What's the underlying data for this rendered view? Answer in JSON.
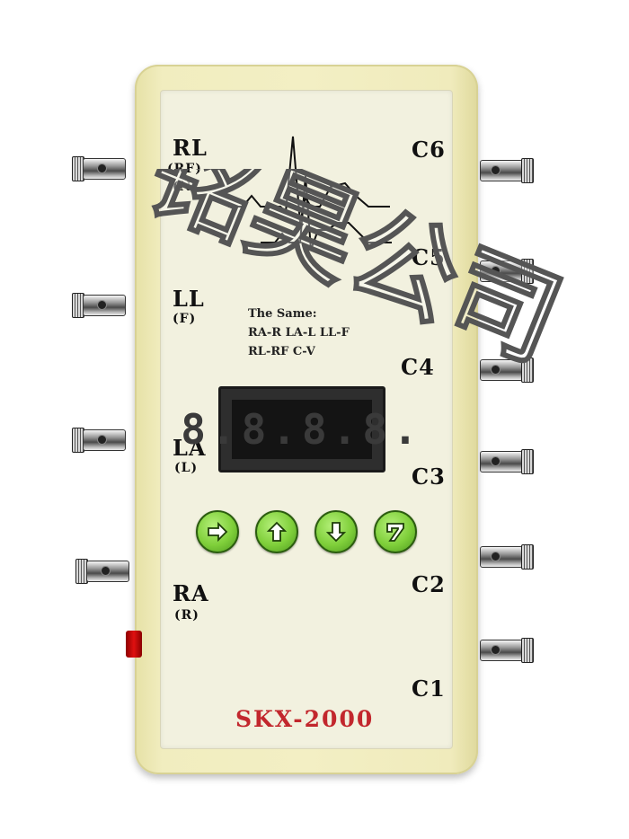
{
  "device": {
    "model": "SKX-2000",
    "display_value": "8.8.8.8.",
    "left_terminals": [
      {
        "main": "RL",
        "sub1": "(RF)",
        "sub2": "(N)"
      },
      {
        "main": "LL",
        "sub1": "(F)"
      },
      {
        "main": "LA",
        "sub1": "(L)"
      },
      {
        "main": "RA",
        "sub1": "(R)"
      }
    ],
    "right_terminals": [
      "C6",
      "C5",
      "C4",
      "C3",
      "C2",
      "C1"
    ],
    "note_lines": [
      "The Same:",
      "RA-R LA-L LL-F",
      "RL-RF C-V"
    ],
    "keys": [
      {
        "name": "right-arrow-icon"
      },
      {
        "name": "up-arrow-icon"
      },
      {
        "name": "down-arrow-icon"
      },
      {
        "name": "return-icon"
      }
    ],
    "accent_color": "#c2272d",
    "key_color": "#7fcf3a"
  },
  "watermark": {
    "text": "铭昊公司"
  }
}
